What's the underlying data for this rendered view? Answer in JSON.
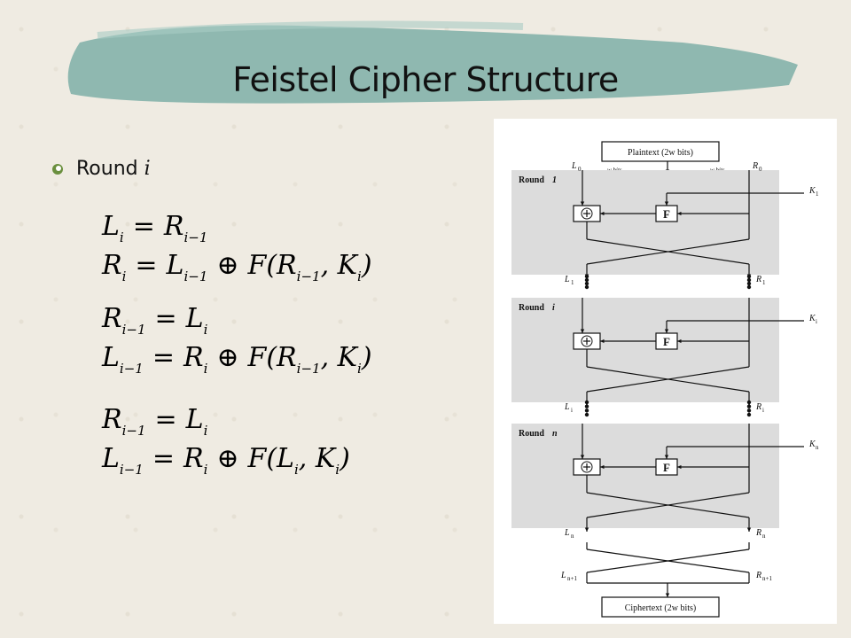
{
  "slide": {
    "title": "Feistel Cipher Structure",
    "bullet": {
      "label": "Round",
      "var": "i"
    }
  },
  "equations": [
    {
      "left": "L",
      "left_sub": "i",
      "right": [
        {
          "t": "R",
          "s": "i−1"
        }
      ]
    },
    {
      "left": "R",
      "left_sub": "i",
      "right": [
        {
          "t": "L",
          "s": "i−1"
        },
        {
          "op": "⊕"
        },
        {
          "t": "F(R",
          "s": "i−1"
        },
        {
          "t": ", K",
          "s": "i"
        },
        {
          "t": ")"
        }
      ]
    },
    {
      "left": "R",
      "left_sub": "i−1",
      "right": [
        {
          "t": "L",
          "s": "i"
        }
      ]
    },
    {
      "left": "L",
      "left_sub": "i−1",
      "right": [
        {
          "t": "R",
          "s": "i"
        },
        {
          "op": "⊕"
        },
        {
          "t": "F(R",
          "s": "i−1"
        },
        {
          "t": ", K",
          "s": "i"
        },
        {
          "t": ")"
        }
      ]
    },
    {
      "left": "R",
      "left_sub": "i−1",
      "right": [
        {
          "t": "L",
          "s": "i"
        }
      ]
    },
    {
      "left": "L",
      "left_sub": "i−1",
      "right": [
        {
          "t": "R",
          "s": "i"
        },
        {
          "op": "⊕"
        },
        {
          "t": "F(L",
          "s": "i"
        },
        {
          "t": ", K",
          "s": "i"
        },
        {
          "t": ")"
        }
      ]
    }
  ],
  "diagram": {
    "plaintext": "Plaintext (2w bits)",
    "ciphertext": "Ciphertext (2w bits)",
    "w_bits": "w bits",
    "f_label": "F",
    "xor_label": "+",
    "round_labels": [
      {
        "text": "Round ",
        "var": "1"
      },
      {
        "text": "Round ",
        "var": "i"
      },
      {
        "text": "Round ",
        "var": "n"
      }
    ],
    "left_labels": [
      {
        "t": "L",
        "s": "0"
      },
      {
        "t": "L",
        "s": "1"
      },
      {
        "t": "L",
        "s": "i"
      },
      {
        "t": "L",
        "s": "n"
      },
      {
        "t": "L",
        "s": "n+1"
      }
    ],
    "right_labels": [
      {
        "t": "R",
        "s": "0"
      },
      {
        "t": "R",
        "s": "1"
      },
      {
        "t": "R",
        "s": "i"
      },
      {
        "t": "R",
        "s": "n"
      },
      {
        "t": "R",
        "s": "n+1"
      }
    ],
    "key_labels": [
      {
        "t": "K",
        "s": "1"
      },
      {
        "t": "K",
        "s": "i"
      },
      {
        "t": "K",
        "s": "n"
      }
    ]
  },
  "colors": {
    "banner": "#8fb8b0",
    "round_bg": "#dcdcdc",
    "background": "#efebe2"
  }
}
